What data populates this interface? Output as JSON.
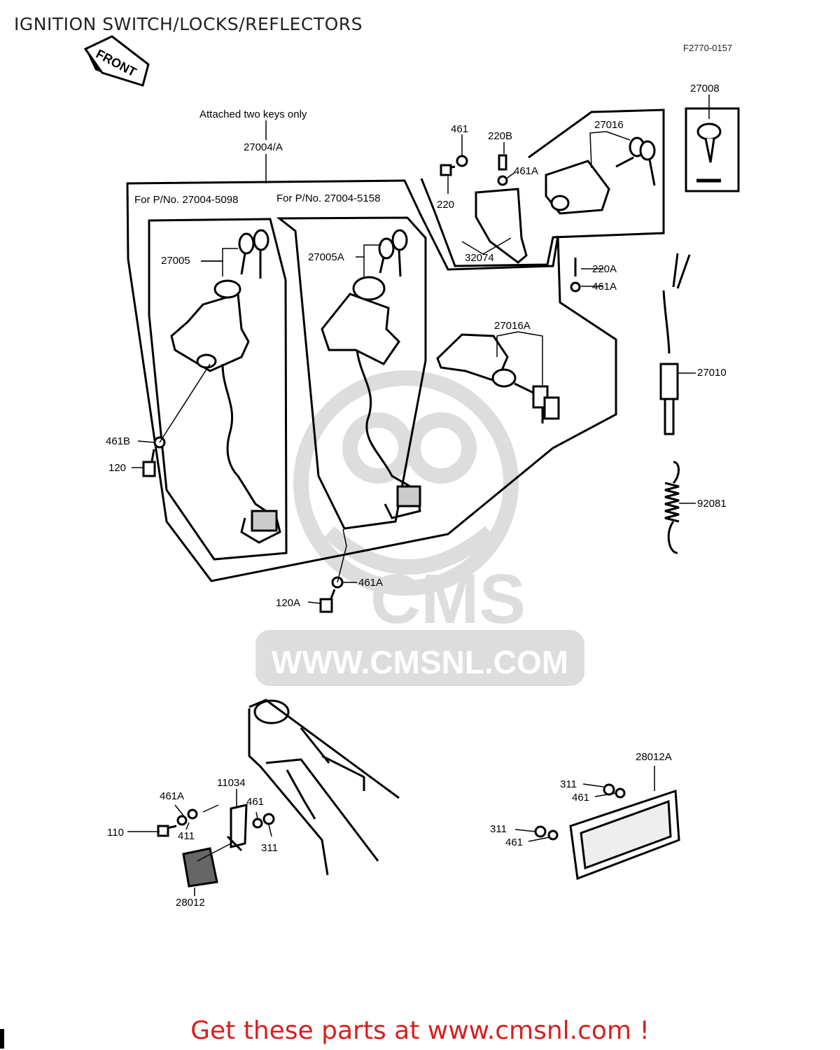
{
  "header": {
    "title": "IGNITION SWITCH/LOCKS/REFLECTORS",
    "figure_code": "F2770-0157"
  },
  "front_arrow": {
    "label": "FRONT"
  },
  "notes": {
    "attached_keys": "Attached two keys only",
    "group_part": "27004/A",
    "for_pno_1": "For P/No. 27004-5098",
    "for_pno_2": "For P/No. 27004-5158"
  },
  "part_labels": {
    "p27008": "27008",
    "p27016": "27016",
    "p461_top": "461",
    "p220B": "220B",
    "p461A_top": "461A",
    "p220": "220",
    "p32074": "32074",
    "p27005": "27005",
    "p27005A": "27005A",
    "p220A": "220A",
    "p461A_mid": "461A",
    "p27016A": "27016A",
    "p27010": "27010",
    "p461B": "461B",
    "p120": "120",
    "p92081": "92081",
    "p461A_low": "461A",
    "p120A": "120A",
    "p11034": "11034",
    "p461A_left": "461A",
    "p461_left": "461",
    "p110": "110",
    "p411": "411",
    "p311_left": "311",
    "p28012": "28012",
    "p28012A": "28012A",
    "p311_r1": "311",
    "p461_r1": "461",
    "p311_r2": "311",
    "p461_r2": "461"
  },
  "watermark": {
    "brand": "CMS",
    "url": "WWW.CMSNL.COM"
  },
  "footer": {
    "text": "Get these parts at www.cmsnl.com !",
    "color": "#d81f1f"
  }
}
